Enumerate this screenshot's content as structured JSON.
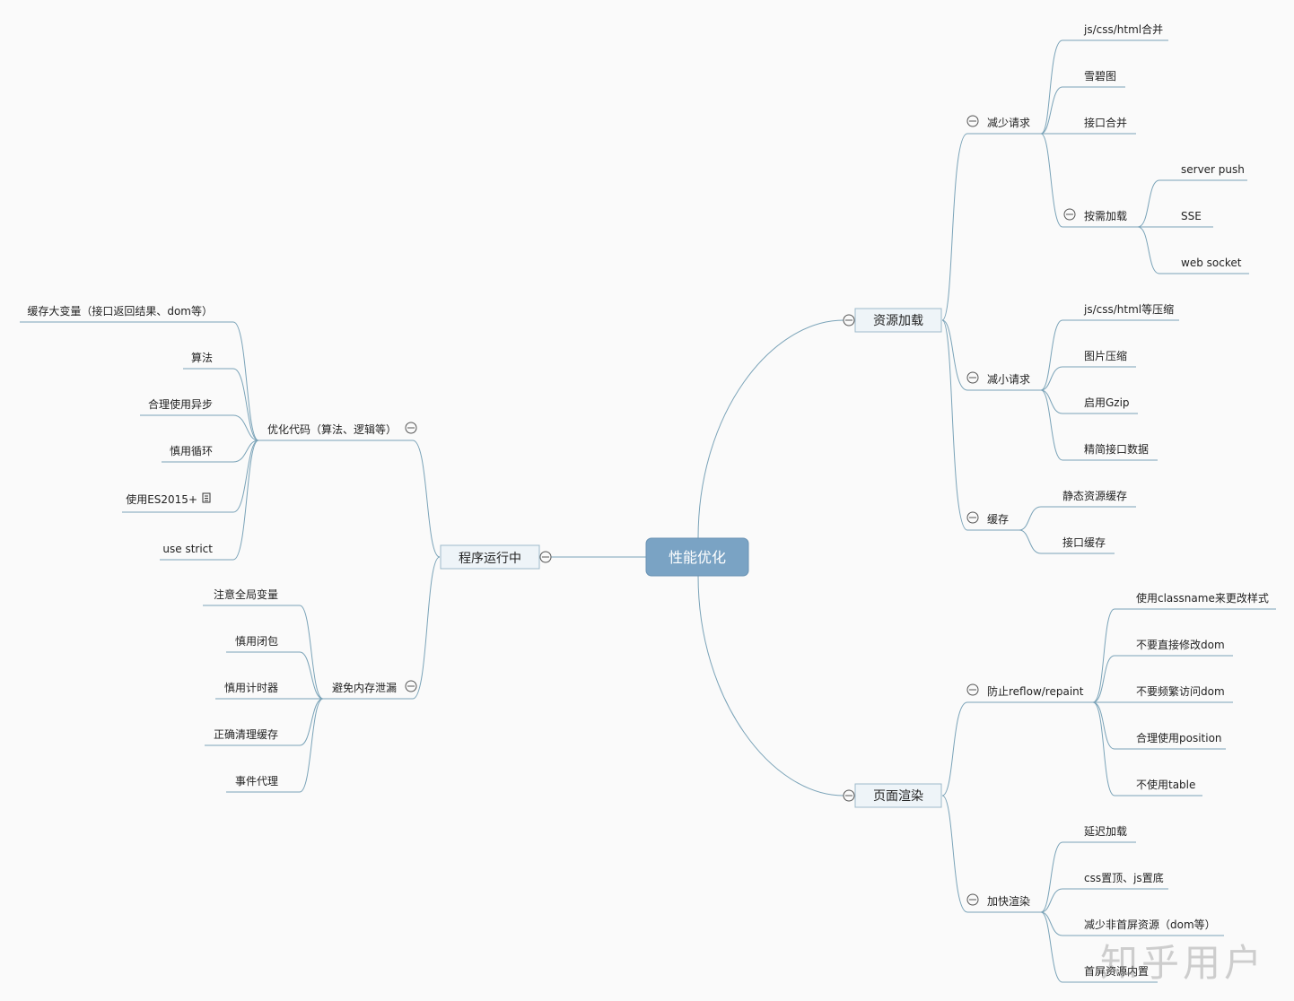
{
  "root": "性能优化",
  "right": {
    "resource": {
      "label": "资源加载",
      "reduce_requests": {
        "label": "减少请求",
        "items": [
          "js/css/html合并",
          "雪碧图",
          "接口合并"
        ],
        "on_demand": {
          "label": "按需加载",
          "items": [
            "server push",
            "SSE",
            "web socket"
          ]
        }
      },
      "shrink_requests": {
        "label": "减小请求",
        "items": [
          "js/css/html等压缩",
          "图片压缩",
          "启用Gzip",
          "精简接口数据"
        ]
      },
      "cache": {
        "label": "缓存",
        "items": [
          "静态资源缓存",
          "接口缓存"
        ]
      }
    },
    "render": {
      "label": "页面渲染",
      "reflow": {
        "label": "防止reflow/repaint",
        "items": [
          "使用classname来更改样式",
          "不要直接修改dom",
          "不要频繁访问dom",
          "合理使用position",
          "不使用table"
        ]
      },
      "speedup": {
        "label": "加快渲染",
        "items": [
          "延迟加载",
          "css置顶、js置底",
          "减少非首屏资源（dom等）",
          "首屏资源内置"
        ]
      }
    }
  },
  "left": {
    "runtime": {
      "label": "程序运行中",
      "optimize": {
        "label": "优化代码（算法、逻辑等）",
        "items": [
          "缓存大变量（接口返回结果、dom等）",
          "算法",
          "合理使用异步",
          "慎用循环",
          "使用ES2015+",
          "use strict"
        ]
      },
      "leak": {
        "label": "避免内存泄漏",
        "items": [
          "注意全局变量",
          "慎用闭包",
          "慎用计时器",
          "正确清理缓存",
          "事件代理"
        ]
      }
    }
  },
  "watermark": "知乎用户",
  "colors": {
    "line": "#7aa3b8",
    "root_fill": "#7aa3c4",
    "box_fill": "#eef4f8"
  },
  "icons": {
    "collapse": "minus-circle-icon",
    "note": "note-icon"
  }
}
